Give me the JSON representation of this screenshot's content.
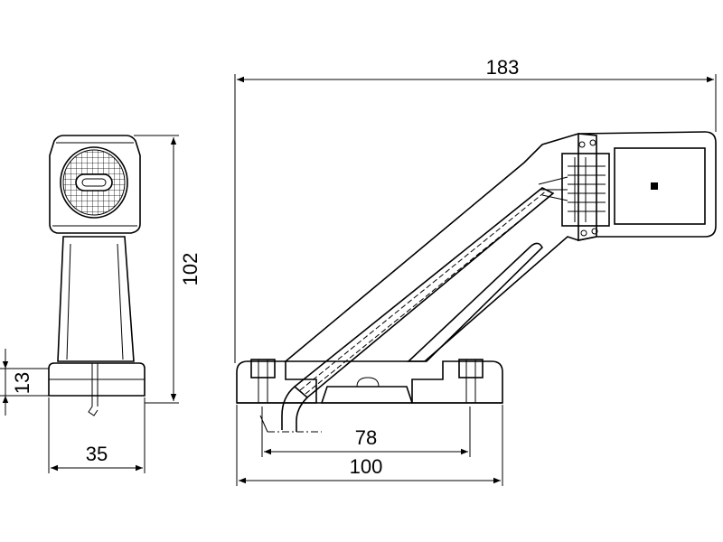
{
  "dimensions": {
    "overall_length": "183",
    "height": "102",
    "base_height": "13",
    "front_width": "35",
    "mount_spacing": "78",
    "base_length": "100"
  },
  "colors": {
    "line": "#000000",
    "background": "#ffffff"
  }
}
